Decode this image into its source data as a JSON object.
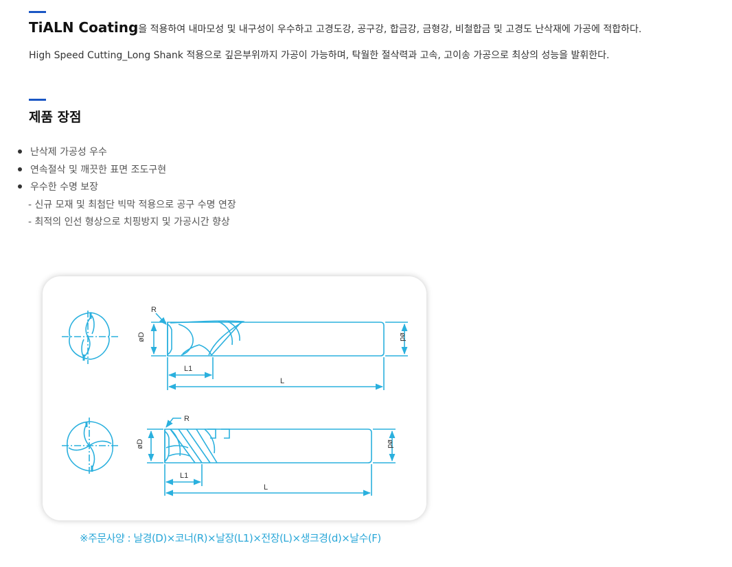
{
  "intro": {
    "strong": "TiALN Coating",
    "line1_rest": "을 적용하여 내마모성 및 내구성이 우수하고 고경도강, 공구강, 합금강, 금형강, 비철합금 및 고경도 난삭재에 가공에 적합하다.",
    "line2": "High Speed Cutting_Long Shank 적용으로 깊은부위까지 가공이 가능하며, 탁월한 절삭력과 고속, 고이송 가공으로 최상의 성능을 발휘한다."
  },
  "advantages": {
    "title": "제품 장점",
    "items": [
      {
        "type": "bullet",
        "text": "난삭제 가공성 우수"
      },
      {
        "type": "bullet",
        "text": "연속절삭 및 깨끗한 표면 조도구현"
      },
      {
        "type": "bullet",
        "text": "우수한 수명 보장"
      },
      {
        "type": "sub",
        "text": "- 신규 모재 및 최첨단 빅막 적용으로 공구 수명 연장"
      },
      {
        "type": "sub",
        "text": "- 최적의 인선 형상으로 치핑방지 및 가공시간 향상"
      }
    ]
  },
  "diagram": {
    "labels": {
      "R": "R",
      "oD": "øD",
      "od": "ød",
      "L1": "L1",
      "L": "L"
    },
    "line_color": "#2ab0de"
  },
  "order_spec": "※주문사양 : 날경(D)×코너(R)×날장(L1)×전장(L)×생크경(d)×날수(F)"
}
